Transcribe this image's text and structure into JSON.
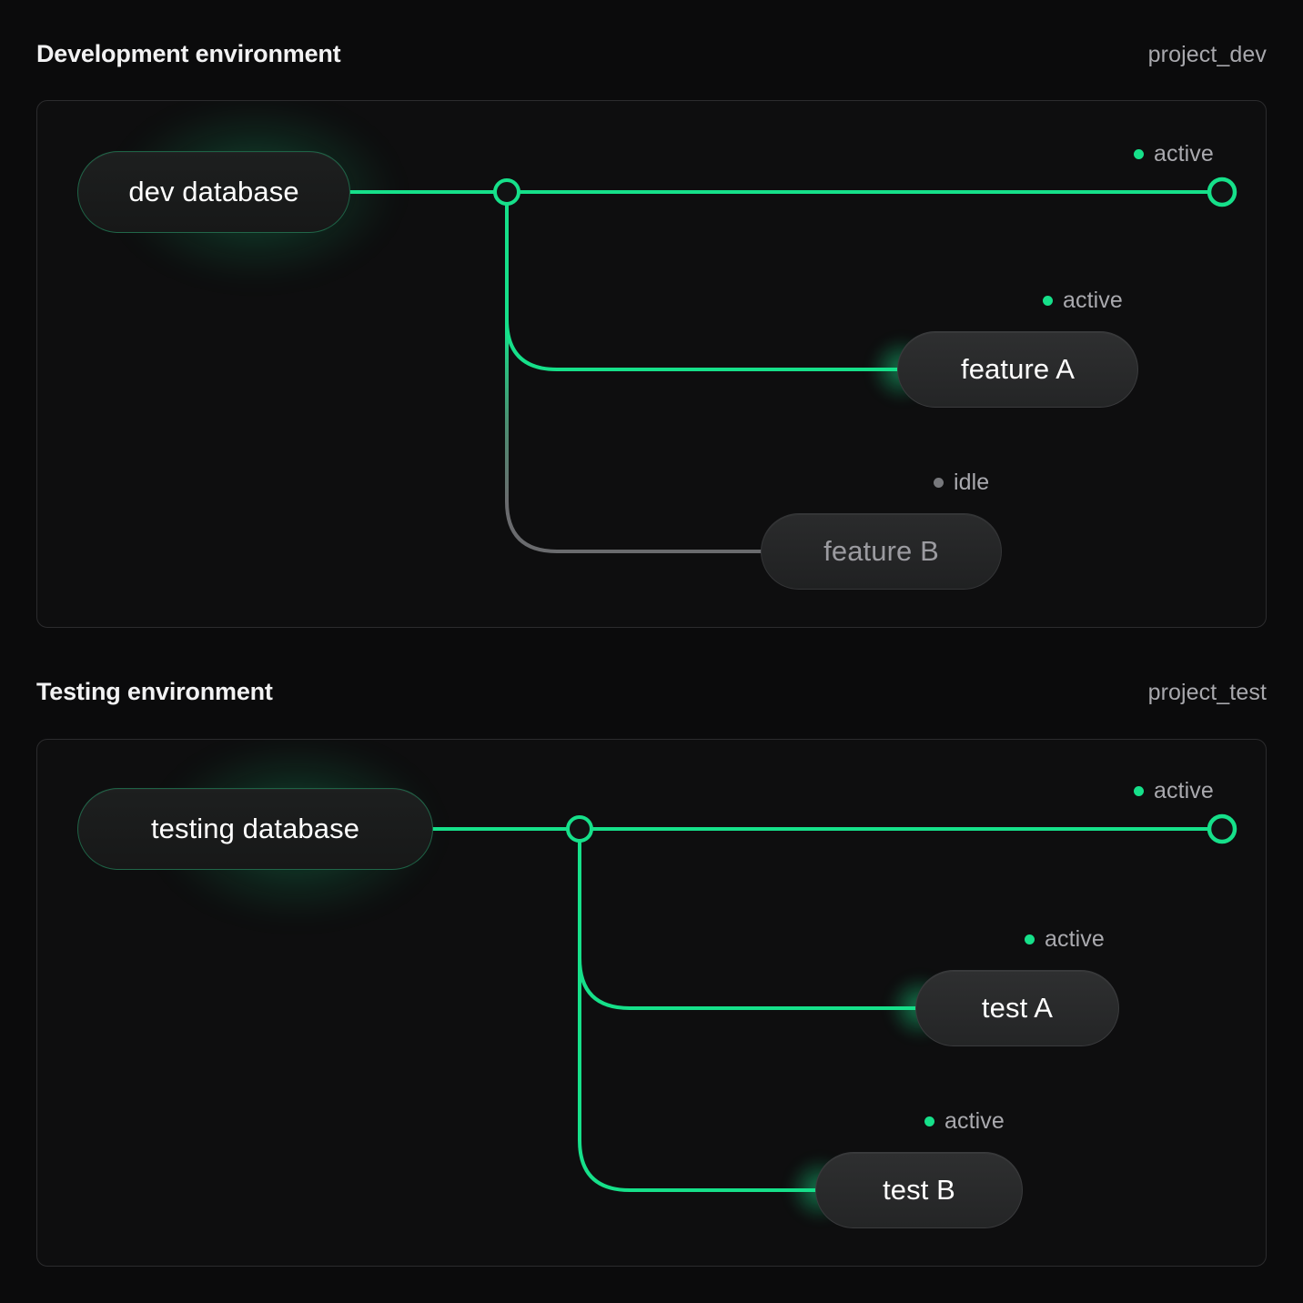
{
  "theme": {
    "page_bg": "#0b0b0c",
    "card_bg": "#0e0e0f",
    "card_border": "#2c2c2e",
    "accent_green": "#16e08a",
    "idle_gray": "#6a6b6e",
    "text_primary": "#f2f2f3",
    "text_muted": "#a9a9ae"
  },
  "sections": [
    {
      "id": "dev",
      "title": "Development environment",
      "project": "project_dev",
      "source": {
        "label": "dev database",
        "state": "active"
      },
      "endpoint": {
        "state": "active",
        "status_label": "active"
      },
      "nodes": [
        {
          "label": "feature A",
          "state": "active",
          "status_label": "active"
        },
        {
          "label": "feature B",
          "state": "idle",
          "status_label": "idle"
        }
      ]
    },
    {
      "id": "test",
      "title": "Testing environment",
      "project": "project_test",
      "source": {
        "label": "testing database",
        "state": "active"
      },
      "endpoint": {
        "state": "active",
        "status_label": "active"
      },
      "nodes": [
        {
          "label": "test A",
          "state": "active",
          "status_label": "active"
        },
        {
          "label": "test B",
          "state": "active",
          "status_label": "active"
        }
      ]
    }
  ]
}
